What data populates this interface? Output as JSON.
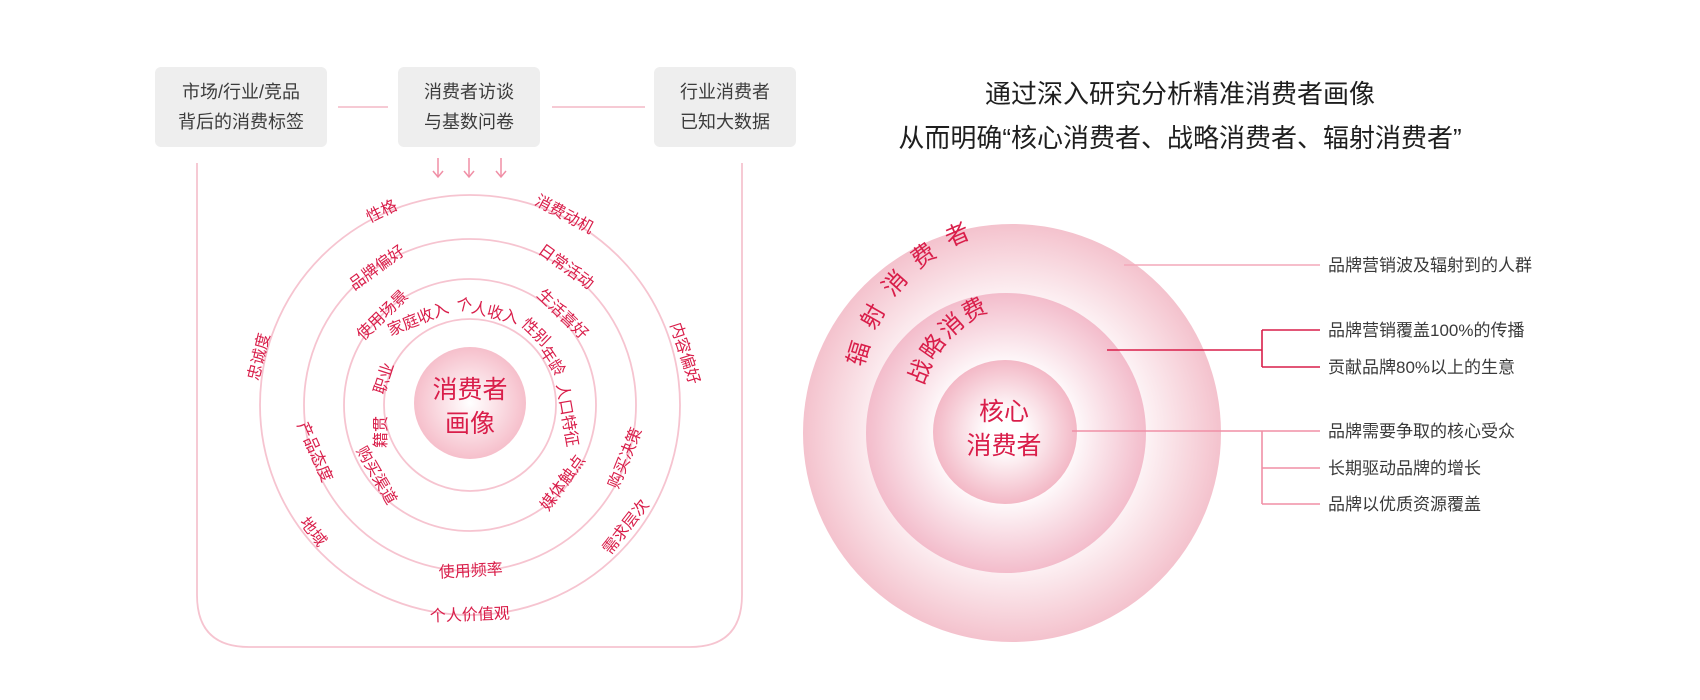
{
  "sources": {
    "left": [
      "市场/行业/竞品",
      "背后的消费标签"
    ],
    "middle": [
      "消费者访谈",
      "与基数问卷"
    ],
    "right": [
      "行业消费者",
      "已知大数据"
    ]
  },
  "portrait": {
    "center": [
      "消费者",
      "画像"
    ],
    "inner_ring": [
      "年龄",
      "性别",
      "个人收入",
      "家庭收入",
      "职业",
      "人口特征",
      "籍贯"
    ],
    "ring2": [
      "使用场景",
      "生活喜好",
      "媒体触点",
      "购买渠道"
    ],
    "ring3": [
      "品牌偏好",
      "日常活动",
      "购买决策",
      "使用频率",
      "产品态度"
    ],
    "ring4": [
      "性格",
      "消费动机",
      "内容偏好",
      "需求层次",
      "个人价值观",
      "地域",
      "忠诚度"
    ]
  },
  "heading": {
    "line1": "通过深入研究分析精准消费者画像",
    "line2": "从而明确“核心消费者、战略消费者、辐射消费者”"
  },
  "segments": {
    "outer": "辐射消费者",
    "middle": "战略消费者",
    "core": [
      "核心",
      "消费者"
    ]
  },
  "descriptions": {
    "outer": [
      "品牌营销波及辐射到的人群"
    ],
    "middle": [
      "品牌营销覆盖100%的传播",
      "贡献品牌80%以上的生意"
    ],
    "core": [
      "品牌需要争取的核心受众",
      "长期驱动品牌的增长",
      "品牌以优质资源覆盖"
    ]
  },
  "colors": {
    "accent": "#d91e4a",
    "line_pink": "#f3b8c6",
    "box_bg": "#eeeeee"
  }
}
